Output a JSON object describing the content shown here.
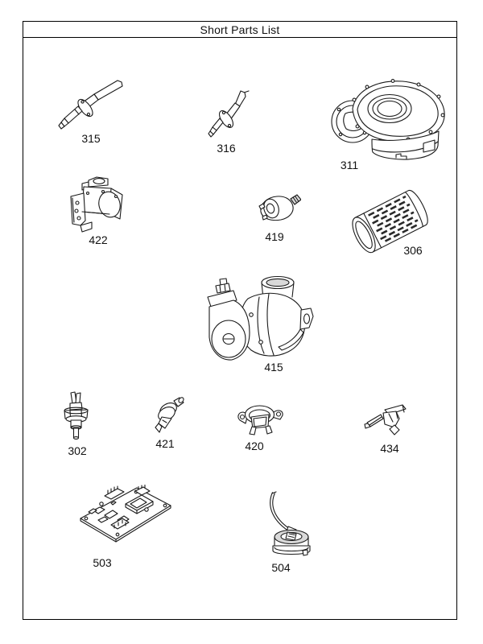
{
  "title": "Short Parts List",
  "colors": {
    "ink": "#1a1a1a",
    "paper": "#ffffff",
    "border": "#000000"
  },
  "parts": [
    {
      "label": "315"
    },
    {
      "label": "316"
    },
    {
      "label": "311"
    },
    {
      "label": "422"
    },
    {
      "label": "419"
    },
    {
      "label": "306"
    },
    {
      "label": "415"
    },
    {
      "label": "302"
    },
    {
      "label": "421"
    },
    {
      "label": "420"
    },
    {
      "label": "434"
    },
    {
      "label": "503"
    },
    {
      "label": "504"
    }
  ]
}
